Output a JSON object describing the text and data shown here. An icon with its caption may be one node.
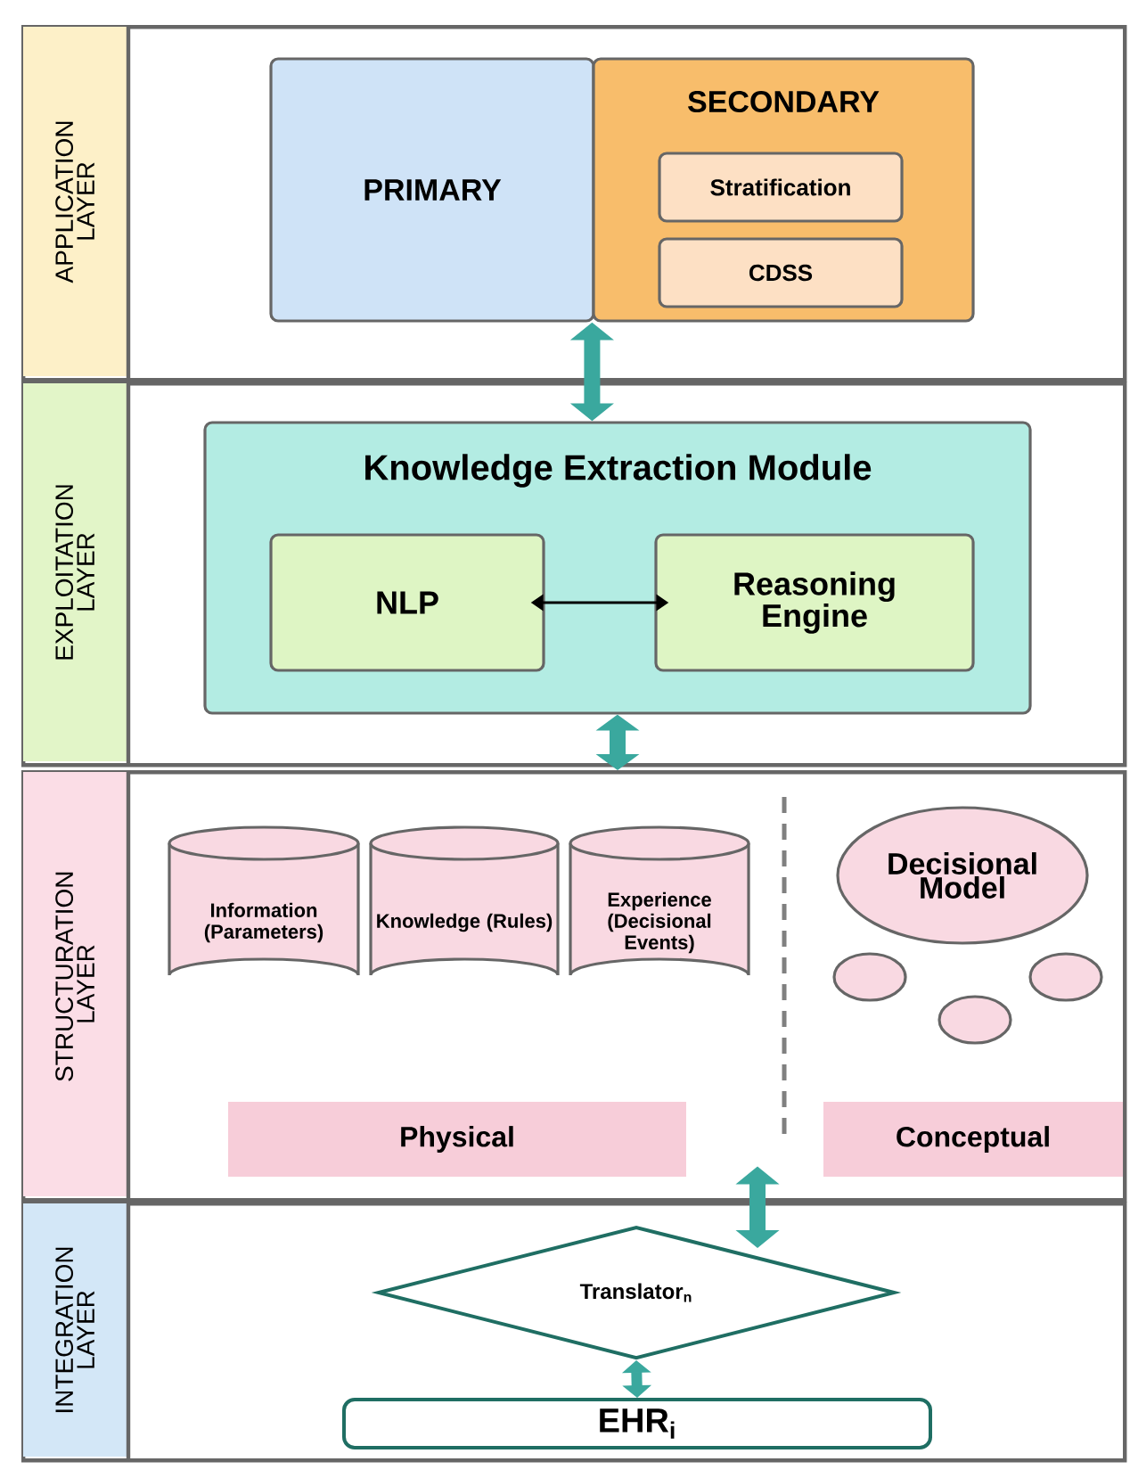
{
  "diagram": {
    "nodes": [
      {
        "text": [
          "APPLICATION LAYER"
        ]
      },
      {
        "text": [
          "PRIMARY"
        ],
        "in": 0
      },
      {
        "text": [
          "SECONDARY"
        ],
        "in": 0
      },
      {
        "text": [
          "Stratification"
        ],
        "in": 2
      },
      {
        "text": [
          "CDSS"
        ],
        "in": 2
      },
      {
        "text": [
          "EXPLOITATION LAYER"
        ]
      },
      {
        "text": [
          "Knowledge Extraction Module"
        ],
        "in": 5
      },
      {
        "text": [
          "NLP"
        ],
        "in": 6
      },
      {
        "text": [
          "Reasoning Engine"
        ],
        "in": 6
      },
      {
        "text": [
          "STRUCTURATION LAYER"
        ]
      },
      {
        "text": [
          "Information (Parameters)"
        ],
        "in": 9
      },
      {
        "text": [
          "Knowledge (Rules)"
        ],
        "in": 9
      },
      {
        "text": [
          "Experience (Decisional Events)"
        ],
        "in": 9
      },
      {
        "text": [
          "Decisional Model"
        ],
        "in": 9
      },
      {
        "text": [],
        "shape": "circle",
        "in": 9
      },
      {
        "text": [],
        "shape": "circle",
        "in": 9
      },
      {
        "text": [],
        "shape": "circle",
        "in": 9
      },
      {
        "text": [
          "Physical"
        ],
        "in": 9
      },
      {
        "text": [
          "Conceptual"
        ],
        "in": 9
      },
      {
        "text": [
          "INTEGRATION LAYER"
        ]
      },
      {
        "text": [
          "Translator$_{n}$"
        ],
        "in": 19
      },
      {
        "text": [
          "EHR$_{i}$"
        ],
        "in": 19
      }
    ],
    "edges": [
      {
        "from": 2,
        "to": 6,
        "arrow": "both"
      },
      {
        "from": 6,
        "to": 9,
        "arrow": "both"
      },
      {
        "from": 9,
        "to": 20,
        "arrow": "both"
      },
      {
        "from": 20,
        "to": 21,
        "arrow": "both"
      },
      {
        "from": 7,
        "to": 8,
        "arrow": "both",
        "color": "#000000"
      }
    ]
  }
}
